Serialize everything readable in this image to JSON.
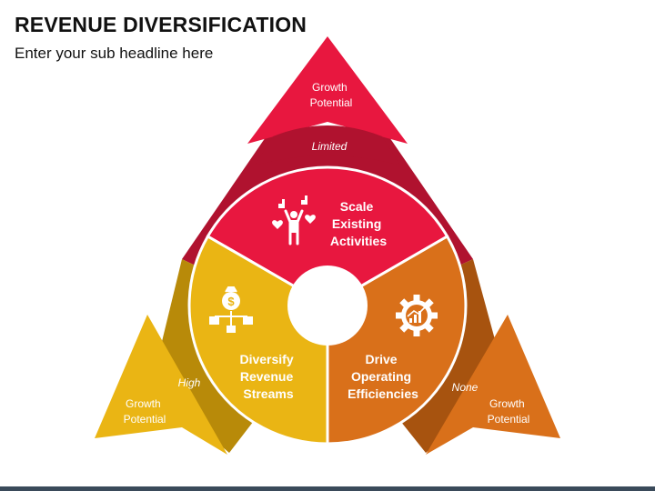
{
  "header": {
    "title": "REVENUE DIVERSIFICATION",
    "subtitle": "Enter your sub headline here"
  },
  "colors": {
    "red": "#e8173f",
    "red_dark": "#a81030",
    "yellow": "#eab514",
    "yellow_dark": "#b58a08",
    "orange": "#d9701a",
    "orange_dark": "#a0500e"
  },
  "segments": [
    {
      "id": "scale",
      "label_lines": [
        "Scale",
        "Existing",
        "Activities"
      ],
      "icon": "person-cheering-icon"
    },
    {
      "id": "diversify",
      "label_lines": [
        "Diversify",
        "Revenue",
        "Streams"
      ],
      "icon": "money-bag-flow-icon"
    },
    {
      "id": "drive",
      "label_lines": [
        "Drive",
        "Operating",
        "Efficiencies"
      ],
      "icon": "gear-chart-icon"
    }
  ],
  "arrows": [
    {
      "id": "top",
      "label_lines": [
        "Growth",
        "Potential"
      ],
      "level": "Limited"
    },
    {
      "id": "left",
      "label_lines": [
        "Growth",
        "Potential"
      ],
      "level": "High"
    },
    {
      "id": "right",
      "label_lines": [
        "Growth",
        "Potential"
      ],
      "level": "None"
    }
  ]
}
